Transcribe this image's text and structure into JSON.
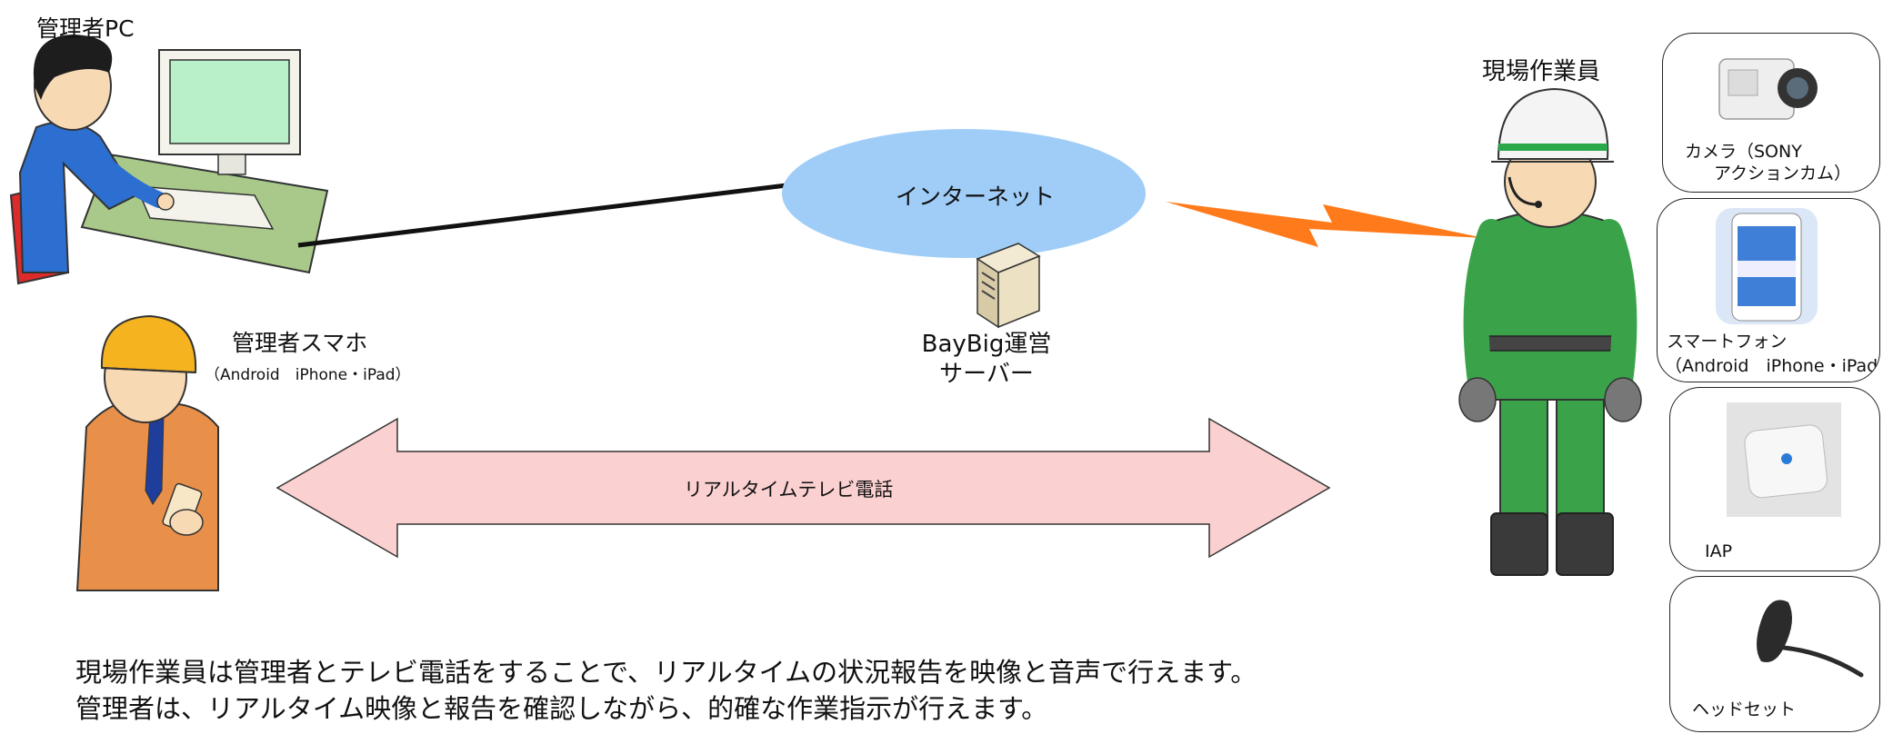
{
  "admin_pc": {
    "label": "管理者PC"
  },
  "internet": {
    "label": "インターネット"
  },
  "server": {
    "label_line1": "BayBig運営",
    "label_line2": "サーバー"
  },
  "admin_phone": {
    "label": "管理者スマホ",
    "sublabel": "（Android　iPhone・iPad）"
  },
  "field_worker": {
    "label": "現場作業員"
  },
  "video_call": {
    "label": "リアルタイムテレビ電話"
  },
  "devices": [
    {
      "line1": "カメラ（SONY",
      "line2": "アクションカム）"
    },
    {
      "line1": "スマートフォン",
      "line2": "（Android　iPhone・iPad）"
    },
    {
      "line1": "IAP"
    },
    {
      "line1": "ヘッドセット"
    }
  ],
  "description": {
    "line1": "現場作業員は管理者とテレビ電話をすることで、リアルタイムの状況報告を映像と音声で行えます。",
    "line2": "管理者は、リアルタイム映像と報告を確認しながら、的確な作業指示が行えます。"
  },
  "colors": {
    "cloud": "#9fcdf7",
    "arrow": "#fbd0d0",
    "lightning": "#ff7a1a",
    "worker_suit": "#3aa34a",
    "helmet_yellow": "#f5b320"
  }
}
